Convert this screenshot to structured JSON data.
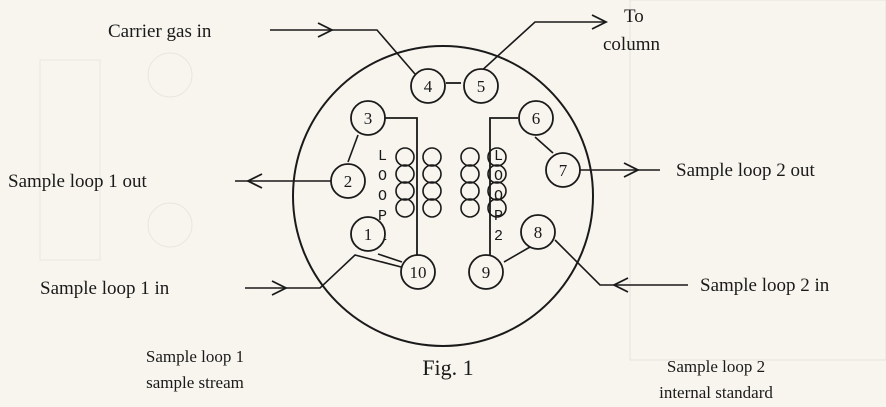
{
  "figure": {
    "label": "Fig. 1"
  },
  "ports": [
    {
      "id": "port-1",
      "number": "1"
    },
    {
      "id": "port-2",
      "number": "2"
    },
    {
      "id": "port-3",
      "number": "3"
    },
    {
      "id": "port-4",
      "number": "4"
    },
    {
      "id": "port-5",
      "number": "5"
    },
    {
      "id": "port-6",
      "number": "6"
    },
    {
      "id": "port-7",
      "number": "7"
    },
    {
      "id": "port-8",
      "number": "8"
    },
    {
      "id": "port-9",
      "number": "9"
    },
    {
      "id": "port-10",
      "number": "10"
    }
  ],
  "labels": {
    "carrier_in": "Carrier gas in",
    "to_column_line1": "To",
    "to_column_line2": "column",
    "loop1_out": "Sample loop 1 out",
    "loop2_out": "Sample loop 2 out",
    "loop1_in": "Sample loop 1 in",
    "loop2_in": "Sample loop 2 in"
  },
  "loops": {
    "loop1": {
      "letters": [
        "L",
        "O",
        "O",
        "P",
        "1"
      ]
    },
    "loop2": {
      "letters": [
        "L",
        "O",
        "O",
        "P",
        "2"
      ]
    }
  },
  "captions": {
    "loop1_line1": "Sample loop 1",
    "loop1_line2": "sample stream",
    "loop2_line1": "Sample loop 2",
    "loop2_line2": "internal standard"
  },
  "colors": {
    "ink": "#1a1a1a",
    "paper": "#f7f5ee",
    "ghost": "#c9c7c0"
  }
}
